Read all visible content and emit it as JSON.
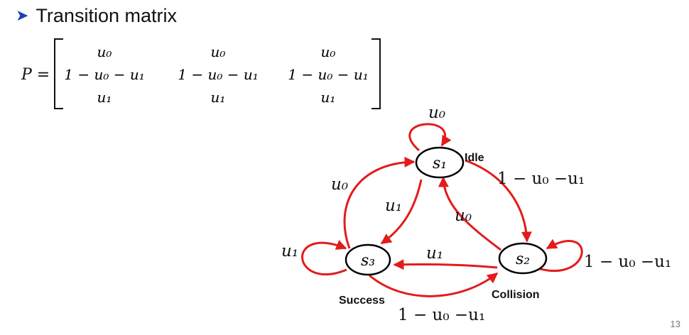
{
  "slide": {
    "heading": "Transition matrix",
    "bullet_icon": "arrowhead-bullet-icon",
    "page_number": "13"
  },
  "matrix": {
    "lhs": "P =",
    "rows": [
      [
        "u₀",
        "u₀",
        "u₀"
      ],
      [
        "1 − u₀ − u₁",
        "1 − u₀ − u₁",
        "1 − u₀ − u₁"
      ],
      [
        "u₁",
        "u₁",
        "u₁"
      ]
    ]
  },
  "diagram": {
    "states": [
      {
        "id": "s1",
        "label": "s₁",
        "name": "Idle"
      },
      {
        "id": "s2",
        "label": "s₂",
        "name": "Collision"
      },
      {
        "id": "s3",
        "label": "s₃",
        "name": "Success"
      }
    ],
    "transitions": [
      {
        "from": "s1",
        "to": "s1",
        "label": "u₀"
      },
      {
        "from": "s1",
        "to": "s2",
        "label": "1 − u₀ −u₁"
      },
      {
        "from": "s1",
        "to": "s3",
        "label": "u₁"
      },
      {
        "from": "s2",
        "to": "s1",
        "label": "u₀"
      },
      {
        "from": "s2",
        "to": "s2",
        "label": "1 − u₀ −u₁"
      },
      {
        "from": "s2",
        "to": "s3",
        "label": "u₁"
      },
      {
        "from": "s3",
        "to": "s1",
        "label": "u₀"
      },
      {
        "from": "s3",
        "to": "s3",
        "label": "u₁"
      },
      {
        "from": "s3",
        "to": "s2",
        "label": "1 − u₀ −u₁"
      }
    ],
    "arrow_color": "#e31b1b",
    "node_stroke": "#000000"
  }
}
